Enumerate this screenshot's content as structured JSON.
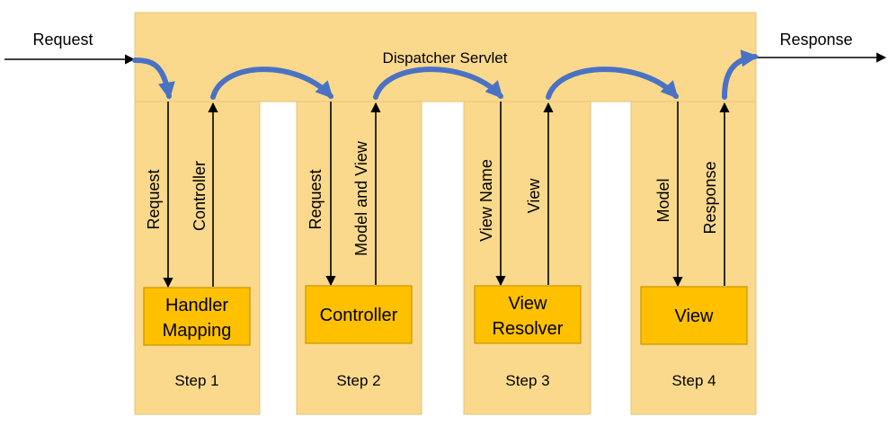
{
  "servlet": {
    "label": "Dispatcher Servlet"
  },
  "io": {
    "request": "Request",
    "response": "Response"
  },
  "steps": [
    {
      "label": "Step 1",
      "box_lines": [
        "Handler",
        "Mapping"
      ],
      "down_label": "Request",
      "up_label": "Controller"
    },
    {
      "label": "Step 2",
      "box_lines": [
        "Controller"
      ],
      "down_label": "Request",
      "up_label": "Model and View"
    },
    {
      "label": "Step 3",
      "box_lines": [
        "View",
        "Resolver"
      ],
      "down_label": "View Name",
      "up_label": "View"
    },
    {
      "label": "Step 4",
      "box_lines": [
        "View"
      ],
      "down_label": "Model",
      "up_label": "Response"
    }
  ],
  "colors": {
    "panel_fill": "#FAD98C",
    "panel_stroke": "#E6C37A",
    "box_fill": "#FFC000",
    "box_stroke": "#C89600",
    "curve_arrow": "#4A72C4",
    "line": "#000000"
  }
}
